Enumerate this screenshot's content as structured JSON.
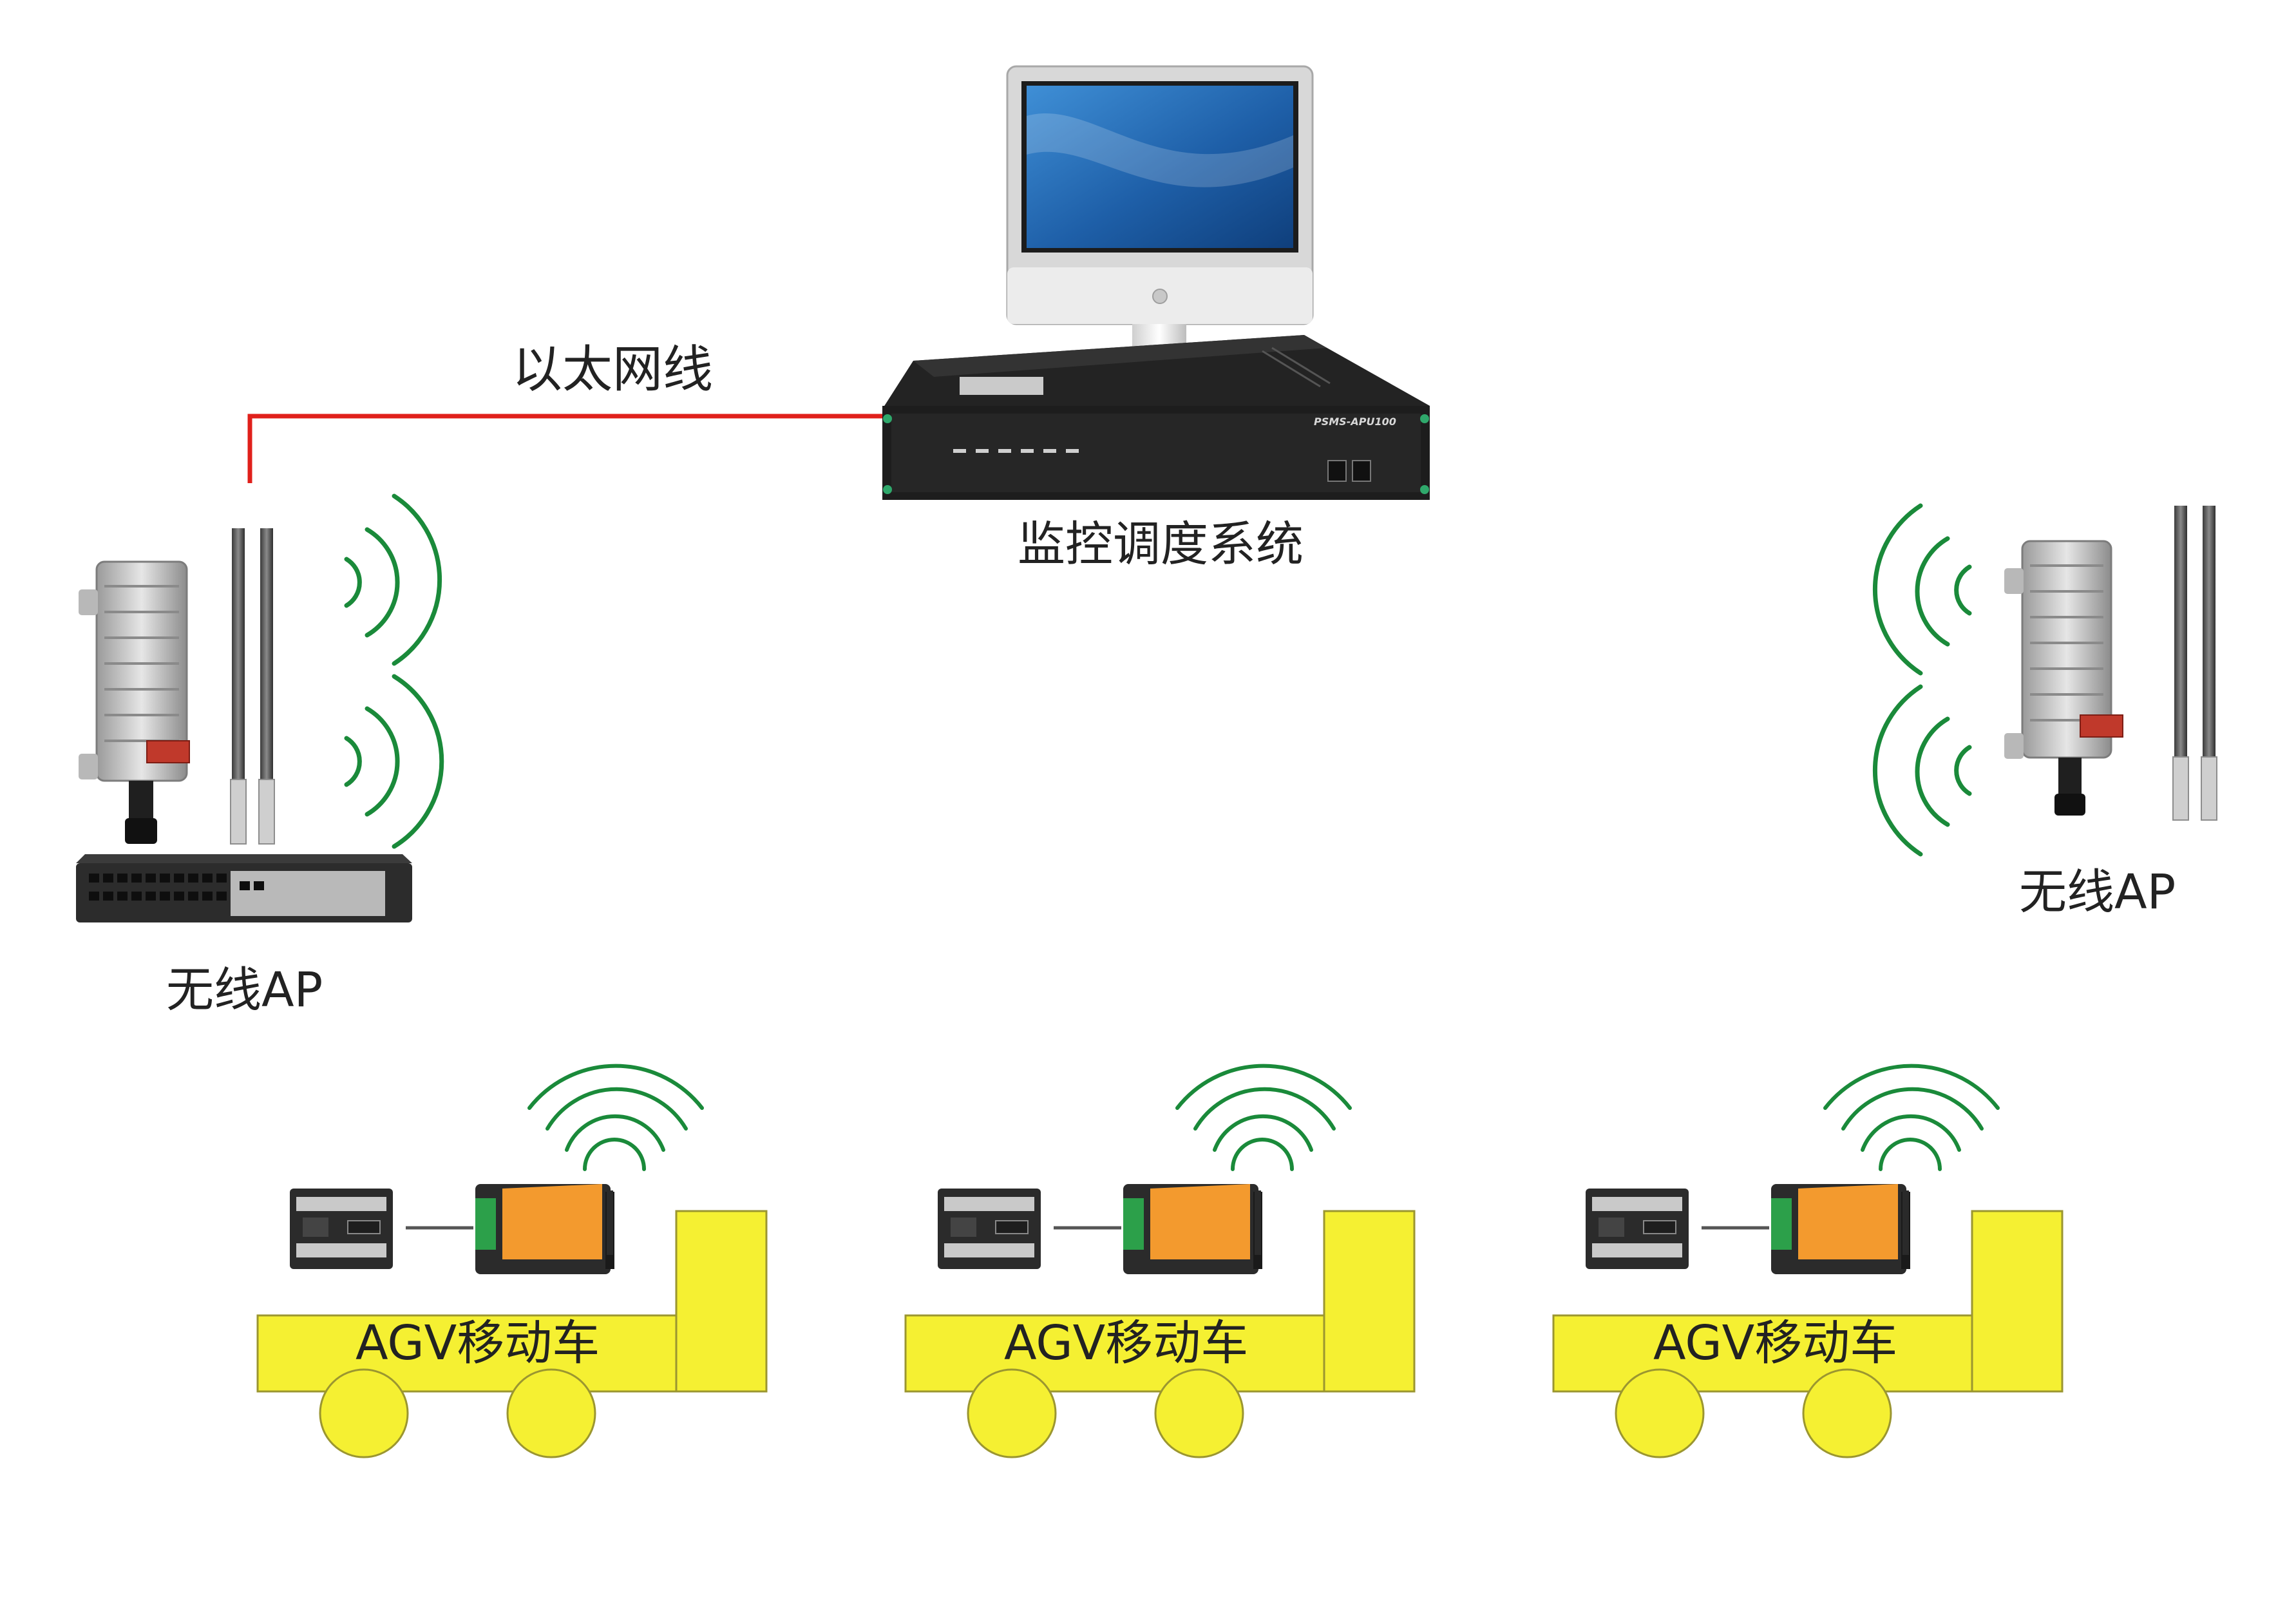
{
  "labels": {
    "ethernet": "以太网线",
    "monitor_system": "监控调度系统",
    "ap_left": "无线AP",
    "ap_right": "无线AP"
  },
  "device": {
    "model": "PSMS-APU100"
  },
  "vehicles": [
    {
      "label": "AGV移动车"
    },
    {
      "label": "AGV移动车"
    },
    {
      "label": "AGV移动车"
    }
  ],
  "colors": {
    "ethernet_line": "#e0201b",
    "signal": "#1a8a3a",
    "agv_body": "#f5f032",
    "agv_wheel": "#f5f032",
    "router_orange": "#f39a2e"
  }
}
